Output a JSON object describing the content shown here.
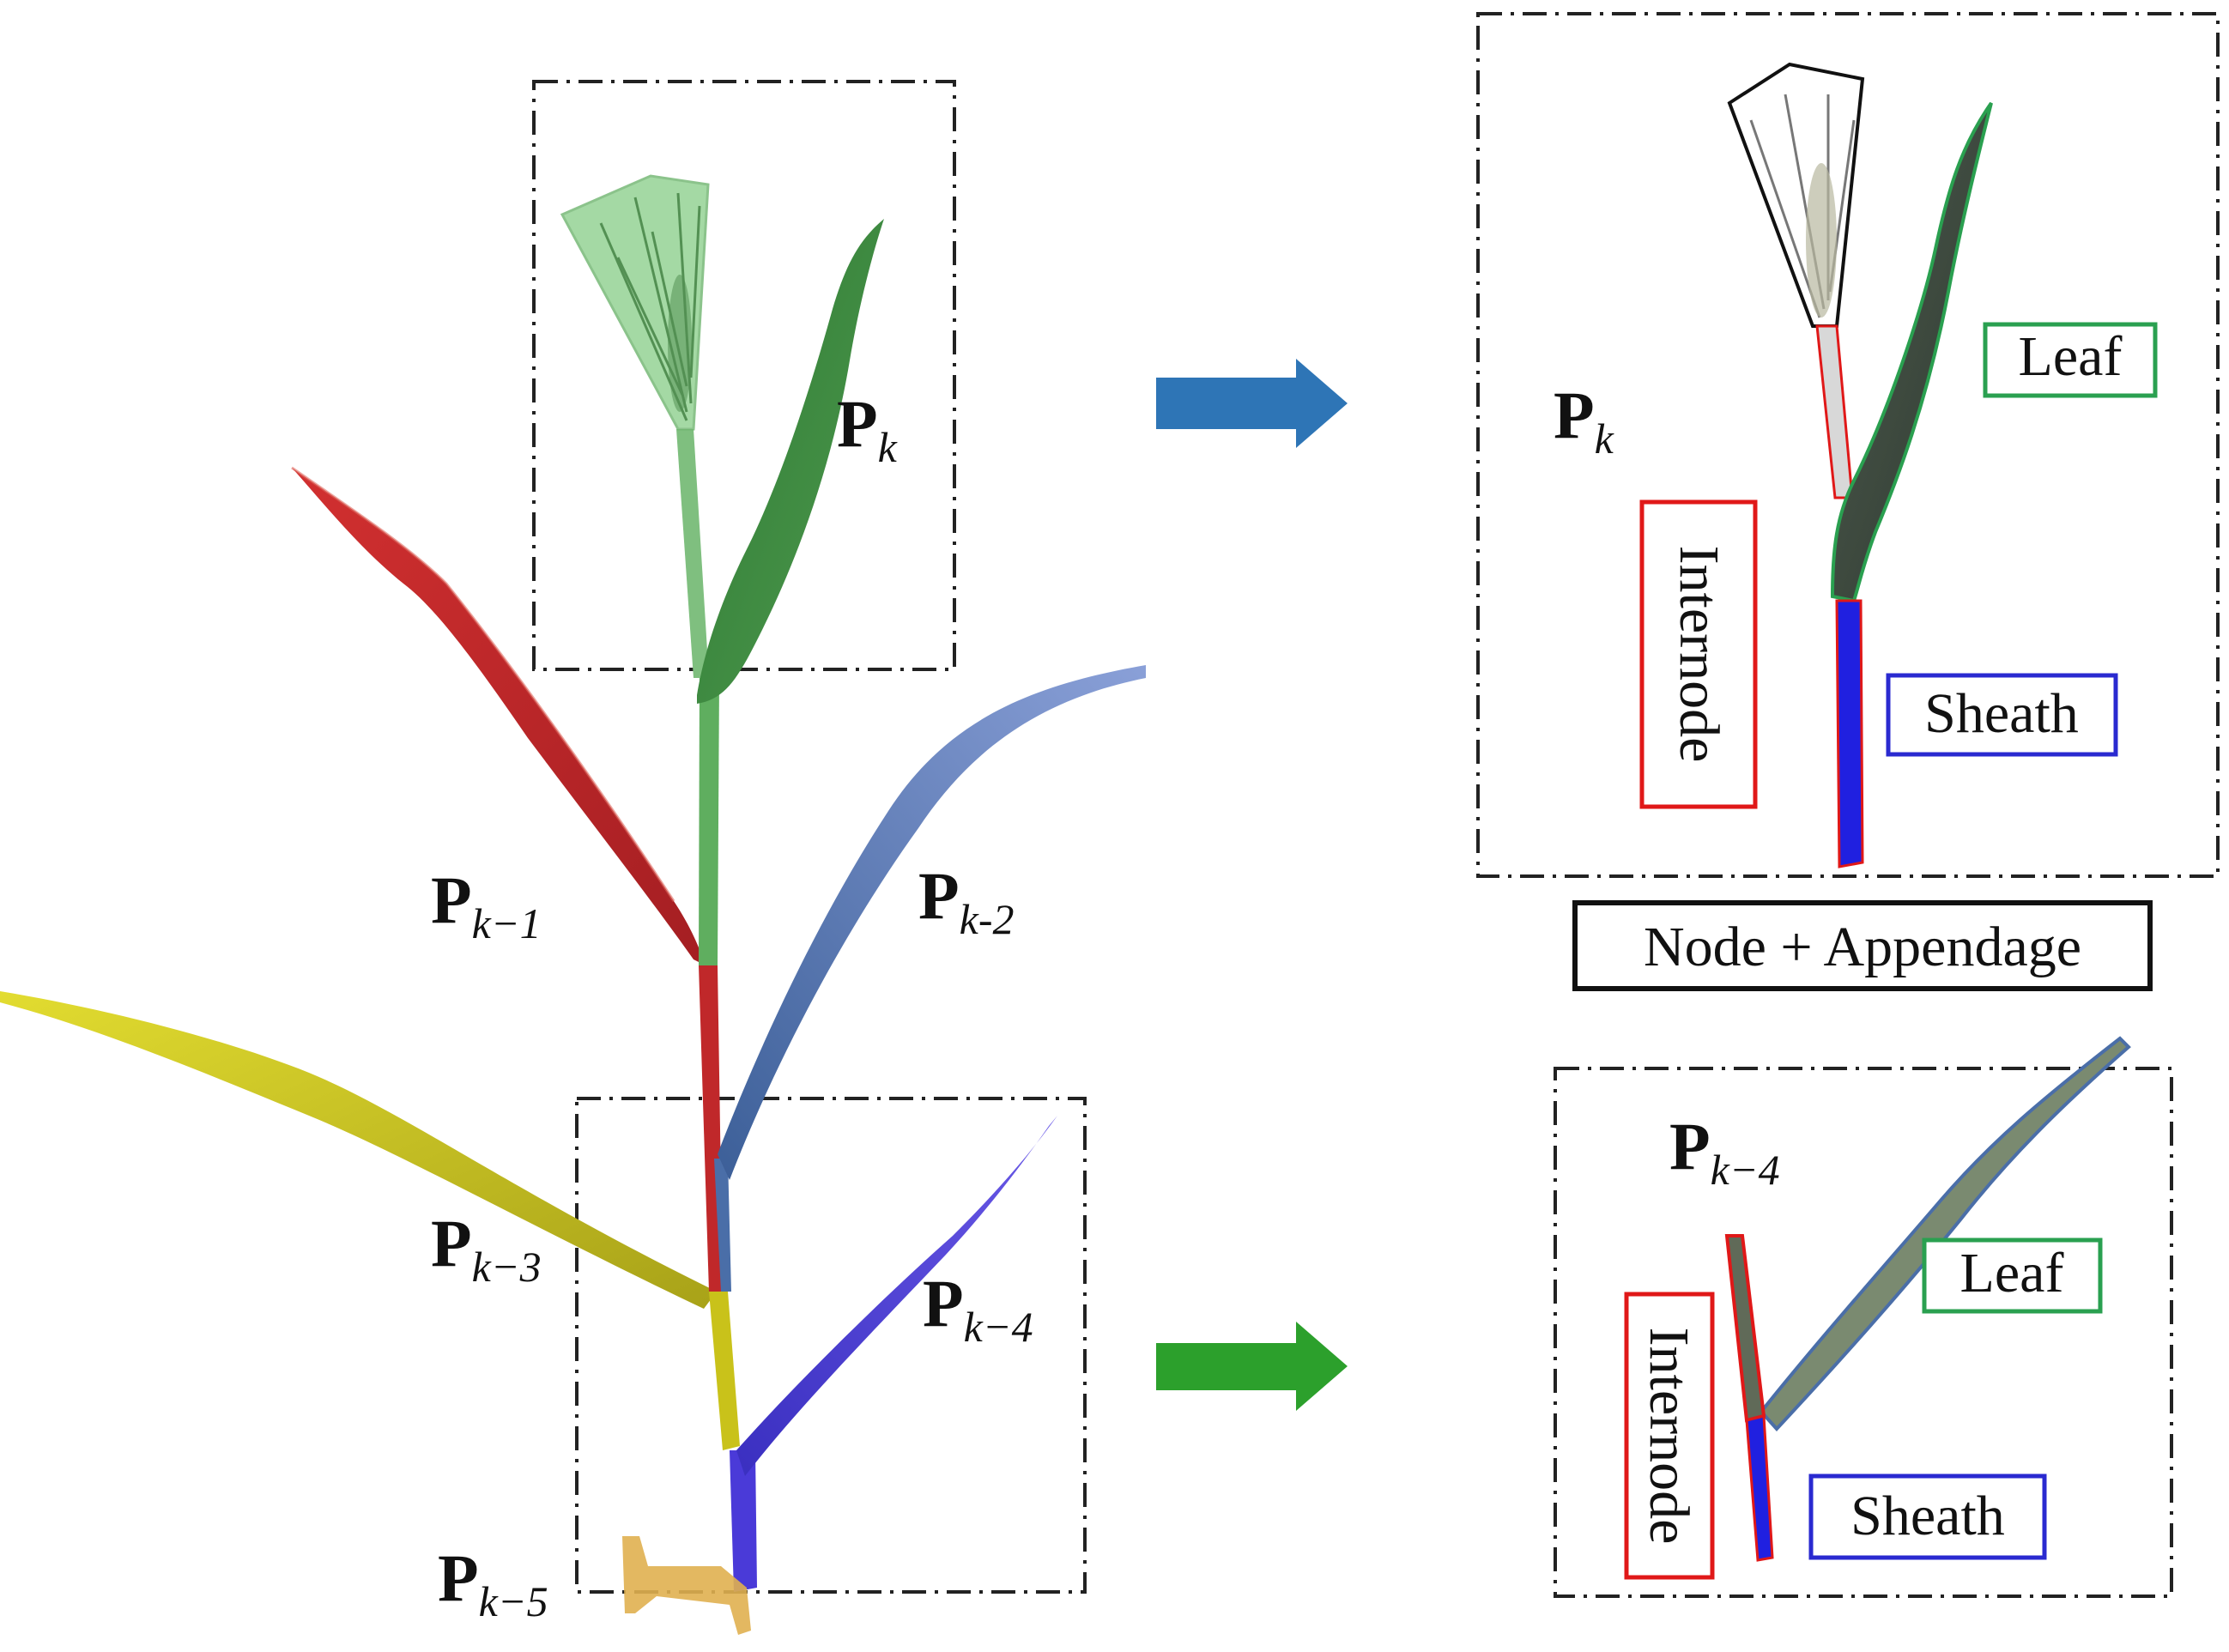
{
  "labels": {
    "pk_main": {
      "base": "P",
      "sub": "k"
    },
    "pk1": {
      "base": "P",
      "sub": "k−1"
    },
    "pk2": {
      "base": "P",
      "sub": "k-2"
    },
    "pk3": {
      "base": "P",
      "sub": "k−3"
    },
    "pk4_main": {
      "base": "P",
      "sub": "k−4"
    },
    "pk5": {
      "base": "P",
      "sub": "k−5"
    },
    "pk_detail": {
      "base": "P",
      "sub": "k"
    },
    "pk4_detail": {
      "base": "P",
      "sub": "k−4"
    }
  },
  "boxes": {
    "leaf_top": "Leaf",
    "sheath_top": "Sheath",
    "internode_top": "Internode",
    "node_appendage": "Node + Appendage",
    "leaf_bottom": "Leaf",
    "sheath_bottom": "Sheath",
    "internode_bottom": "Internode"
  },
  "colors": {
    "arrow_top": "#2e75b6",
    "arrow_bottom": "#2ca02c",
    "leaf_box": "#2aa050",
    "sheath_box": "#2a2ad0",
    "internode_box": "#e01818",
    "phytomer_k": "#3a8a3a",
    "phytomer_k1": "#c0282a",
    "phytomer_k2": "#4a6ea8",
    "phytomer_k3": "#c9c21a",
    "phytomer_k4": "#4a3ad8",
    "phytomer_k5": "#e0b050"
  }
}
